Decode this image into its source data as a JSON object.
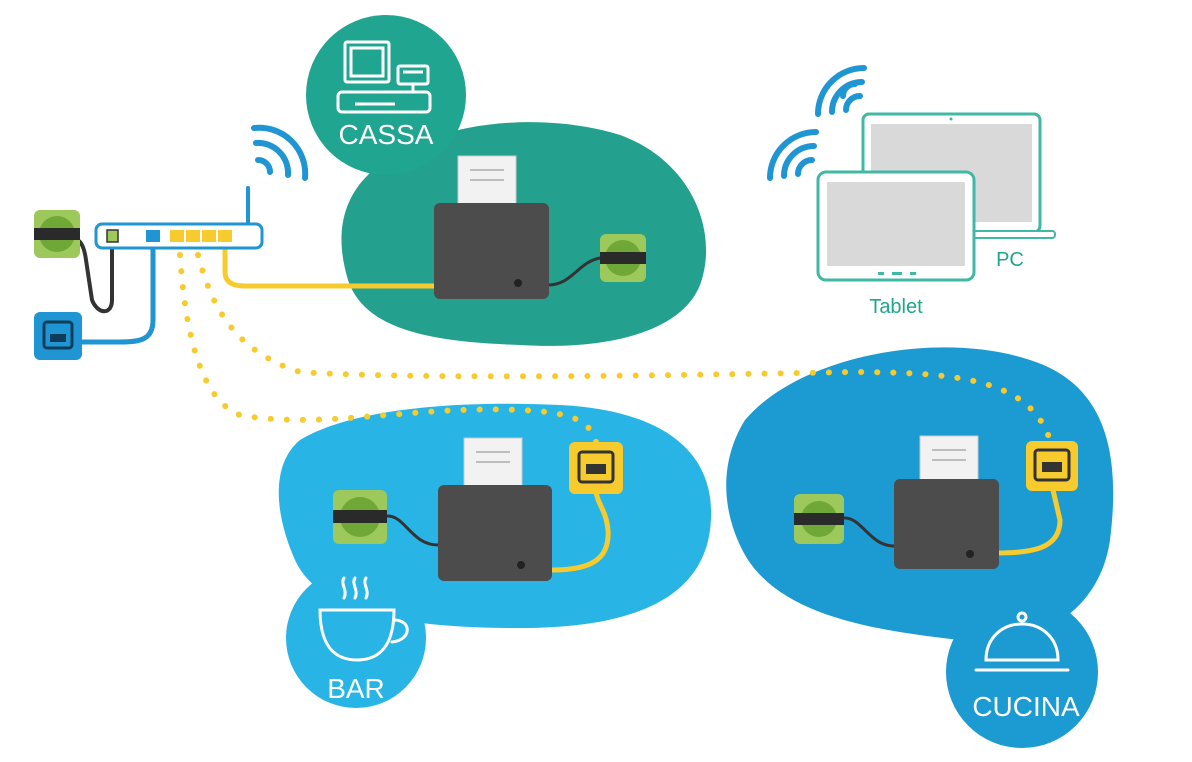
{
  "zones": {
    "cassa": {
      "label": "CASSA",
      "color": "#23a08e"
    },
    "bar": {
      "label": "BAR",
      "color": "#29b4e6"
    },
    "cucina": {
      "label": "CUCINA",
      "color": "#1c9ad2"
    }
  },
  "devices": {
    "tablet": {
      "label": "Tablet"
    },
    "pc": {
      "label": "PC"
    }
  },
  "colors": {
    "cable_yellow": "#f7cb2d",
    "cable_blue": "#1f96d3",
    "cable_black": "#333333",
    "printer": "#4c4c4c",
    "outlet_green": "#9dc85c",
    "device_teal": "#3fb8a4"
  }
}
